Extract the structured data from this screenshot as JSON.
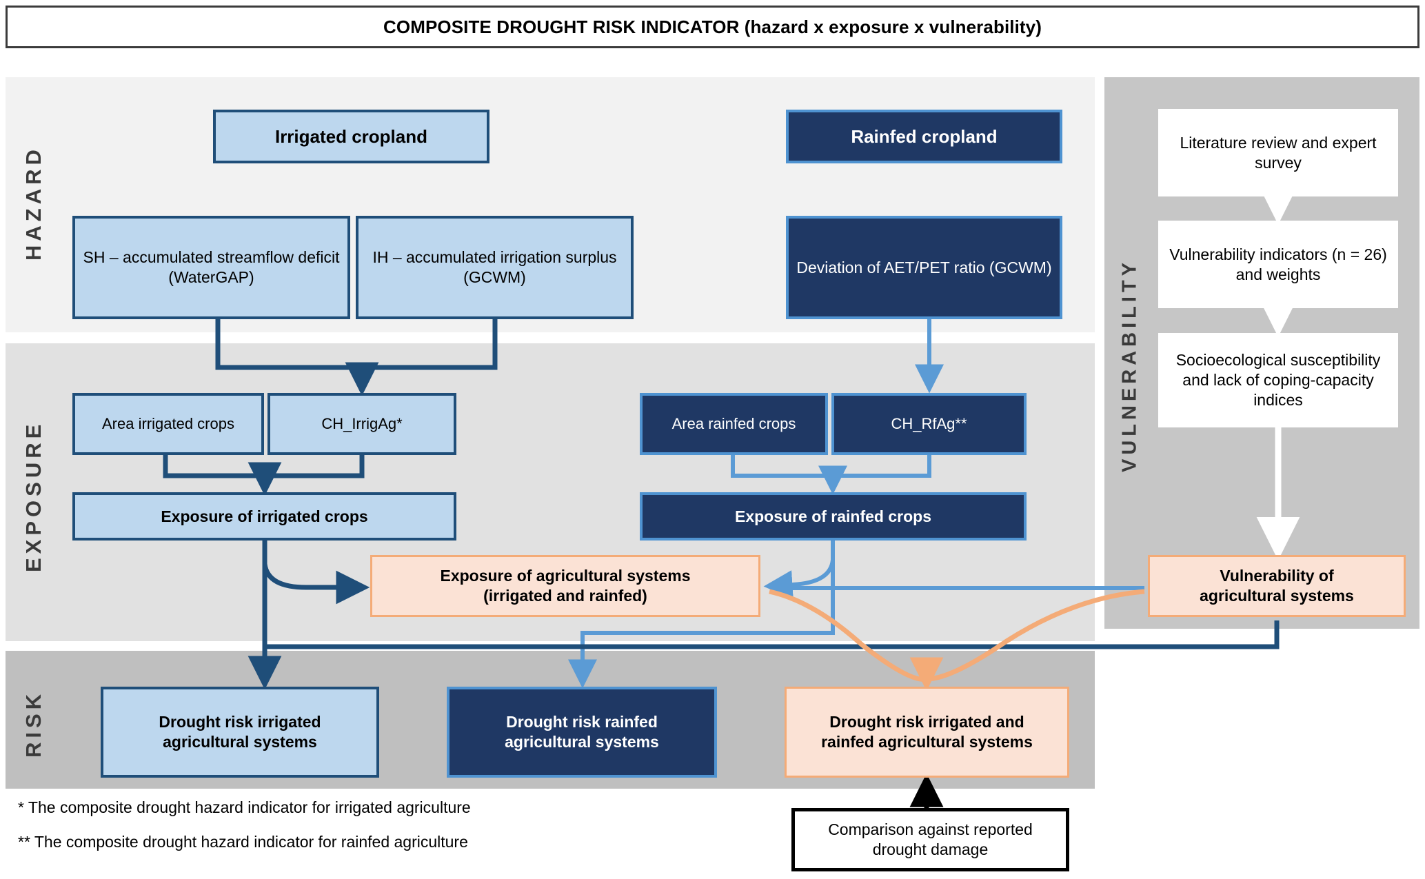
{
  "header": {
    "title": "COMPOSITE DROUGHT RISK INDICATOR (hazard x exposure x vulnerability)"
  },
  "bands": {
    "hazard_label": "HAZARD",
    "exposure_label": "EXPOSURE",
    "risk_label": "RISK",
    "vulnerability_label": "VULNERABILITY"
  },
  "hazard": {
    "irrigated_cropland": "Irrigated cropland",
    "rainfed_cropland": "Rainfed cropland",
    "sh_indicator": "SH – accumulated streamflow deficit (WaterGAP)",
    "ih_indicator": "IH – accumulated irrigation surplus (GCWM)",
    "aet_pet_indicator": "Deviation of AET/PET ratio (GCWM)"
  },
  "exposure": {
    "area_irrigated_crops": "Area irrigated crops",
    "ch_irrigag": "CH_IrrigAg*",
    "area_rainfed_crops": "Area rainfed crops",
    "ch_rfag": "CH_RfAg**",
    "exposure_irrigated_crops": "Exposure of irrigated crops",
    "exposure_rainfed_crops": "Exposure of rainfed crops",
    "exposure_ag_systems_line1": "Exposure of agricultural systems",
    "exposure_ag_systems_line2": "(irrigated and rainfed)"
  },
  "vulnerability": {
    "literature_review": "Literature review and expert survey",
    "vulnerability_indicators": "Vulnerability indicators (n = 26) and weights",
    "socioecological": "Socioecological susceptibility and lack of coping-capacity indices",
    "vulnerability_ag_systems_line1": "Vulnerability of",
    "vulnerability_ag_systems_line2": "agricultural systems"
  },
  "risk": {
    "risk_irrigated_line1": "Drought risk irrigated",
    "risk_irrigated_line2": "agricultural systems",
    "risk_rainfed_line1": "Drought risk rainfed",
    "risk_rainfed_line2": "agricultural systems",
    "risk_both_line1": "Drought risk irrigated and",
    "risk_both_line2": "rainfed agricultural systems",
    "comparison_line1": "Comparison against reported",
    "comparison_line2": "drought damage"
  },
  "footnotes": {
    "single_star": "* The composite drought hazard indicator for irrigated agriculture",
    "double_star": "** The composite drought hazard indicator for rainfed agriculture"
  },
  "colors": {
    "light_blue_fill": "#bdd7ee",
    "dark_navy_fill": "#1f3864",
    "dark_navy_border": "#1f4e79",
    "light_blue_border": "#4f93d1",
    "peach_fill": "#fbe2d5",
    "peach_border": "#f4ab77",
    "hazard_band": "#f2f2f2",
    "exposure_band": "#e1e1e1",
    "risk_band": "#bfbfbf",
    "vulnerability_band": "#c6c6c6"
  }
}
